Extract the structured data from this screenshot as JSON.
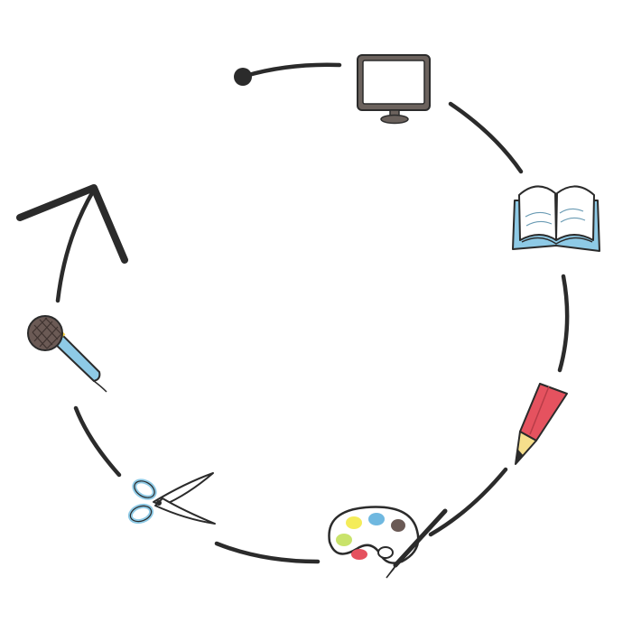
{
  "diagram": {
    "type": "cycle",
    "direction": "clockwise",
    "stages": [
      {
        "id": "computer",
        "icon": "monitor-icon"
      },
      {
        "id": "reading",
        "icon": "open-book-icon"
      },
      {
        "id": "drawing",
        "icon": "pencil-icon"
      },
      {
        "id": "painting",
        "icon": "paint-palette-icon"
      },
      {
        "id": "crafting",
        "icon": "scissors-icon"
      },
      {
        "id": "singing",
        "icon": "microphone-icon"
      }
    ]
  },
  "colors": {
    "line": "#2b2b2b",
    "monitor_frame": "#6b625d",
    "book_cover": "#8ecae6",
    "pencil_body": "#e5525f",
    "pencil_wood": "#f6df8c",
    "scissors_handle": "#8ecae6",
    "mic_head": "#6b5a55",
    "mic_handle": "#8ecae6",
    "paint_yellow": "#f4ec5a",
    "paint_blue": "#6fb8e0",
    "paint_brown": "#6b5a55",
    "paint_green": "#c9e36b",
    "paint_red": "#e5525f"
  }
}
